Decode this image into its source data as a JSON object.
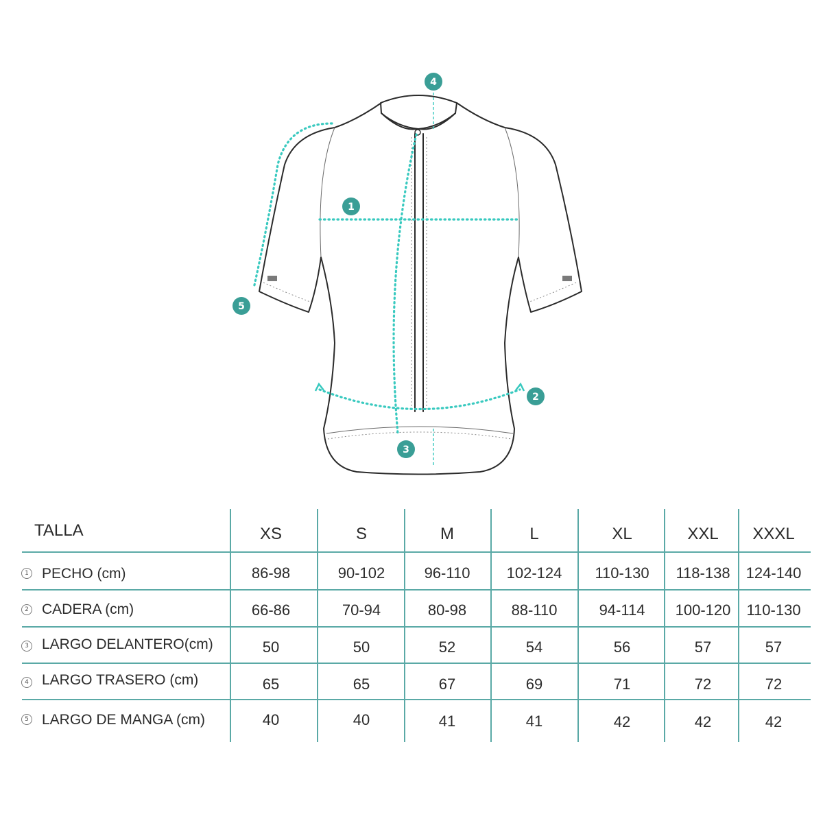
{
  "callouts": [
    "1",
    "2",
    "3",
    "4",
    "5"
  ],
  "table": {
    "header_label": "TALLA",
    "sizes": [
      "XS",
      "S",
      "M",
      "L",
      "XL",
      "XXL",
      "XXXL"
    ],
    "rows": [
      {
        "num": "1",
        "label": "PECHO (cm)",
        "values": [
          "86-98",
          "90-102",
          "96-110",
          "102-124",
          "110-130",
          "118-138",
          "124-140"
        ]
      },
      {
        "num": "2",
        "label": "CADERA (cm)",
        "values": [
          "66-86",
          "70-94",
          "80-98",
          "88-110",
          "94-114",
          "100-120",
          "110-130"
        ]
      },
      {
        "num": "3",
        "label": "LARGO DELANTERO(cm)",
        "values": [
          "50",
          "50",
          "52",
          "54",
          "56",
          "57",
          "57"
        ]
      },
      {
        "num": "4",
        "label": "LARGO TRASERO (cm)",
        "values": [
          "65",
          "65",
          "67",
          "69",
          "71",
          "72",
          "72"
        ]
      },
      {
        "num": "5",
        "label": "LARGO DE MANGA (cm)",
        "values": [
          "40",
          "40",
          "41",
          "41",
          "42",
          "42",
          "42"
        ]
      }
    ]
  },
  "colors": {
    "accent": "#3a9e96",
    "measure_line": "#38c9bf",
    "table_lines": "#5aa9a6",
    "outline": "#2b2b2b"
  }
}
